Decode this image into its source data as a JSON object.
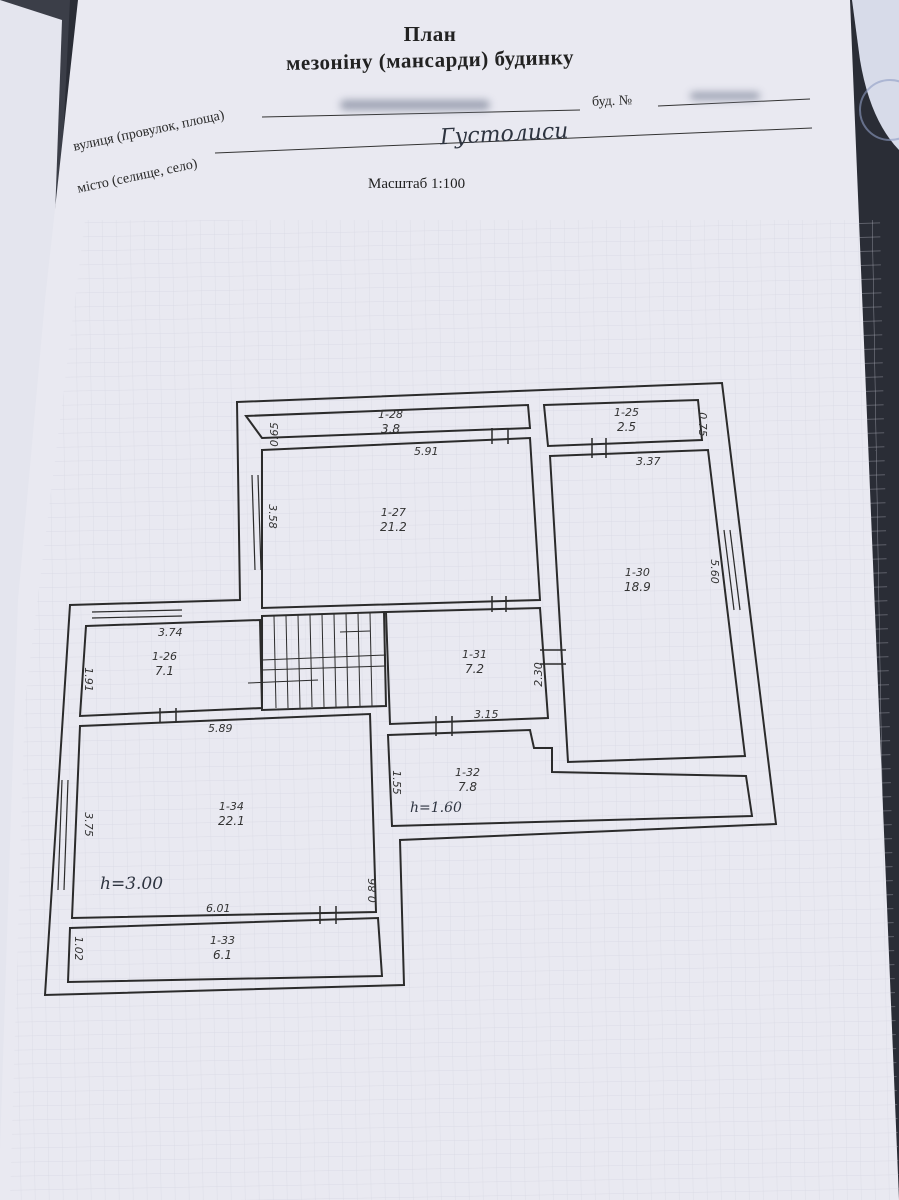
{
  "header": {
    "title_line1": "План",
    "title_line2": "мезоніну (мансарди) будинку",
    "street_label": "вулиця (провулок, площа)",
    "house_label": "буд. №",
    "city_label": "місто (селище, село)",
    "city_value": "Густолиси",
    "scale": "Масштаб 1:100"
  },
  "rooms": [
    {
      "id": "1-28",
      "area": "3.8"
    },
    {
      "id": "1-25",
      "area": "2.5"
    },
    {
      "id": "1-27",
      "area": "21.2"
    },
    {
      "id": "1-30",
      "area": "18.9"
    },
    {
      "id": "1-26",
      "area": "7.1"
    },
    {
      "id": "1-31",
      "area": "7.2"
    },
    {
      "id": "1-32",
      "area": "7.8"
    },
    {
      "id": "1-34",
      "area": "22.1"
    },
    {
      "id": "1-33",
      "area": "6.1"
    }
  ],
  "dimensions": {
    "d_5_91": "5.91",
    "d_0_65": "0.65",
    "d_3_58": "3.58",
    "d_3_37": "3.37",
    "d_0_75": "0.75",
    "d_5_60": "5.60",
    "d_3_74": "3.74",
    "d_1_91": "1.91",
    "d_2_30": "2.30",
    "d_3_15": "3.15",
    "d_5_89": "5.89",
    "d_1_55": "1.55",
    "d_3_75": "3.75",
    "d_0_86": "0.86",
    "d_6_01": "6.01",
    "d_1_02": "1.02"
  },
  "heights": {
    "h_main": "h=3.00",
    "h_small": "h=1.60"
  },
  "colors": {
    "paper": "#e9e9f1",
    "ink": "#2a2a2a",
    "grid": "#cfd0dc"
  }
}
